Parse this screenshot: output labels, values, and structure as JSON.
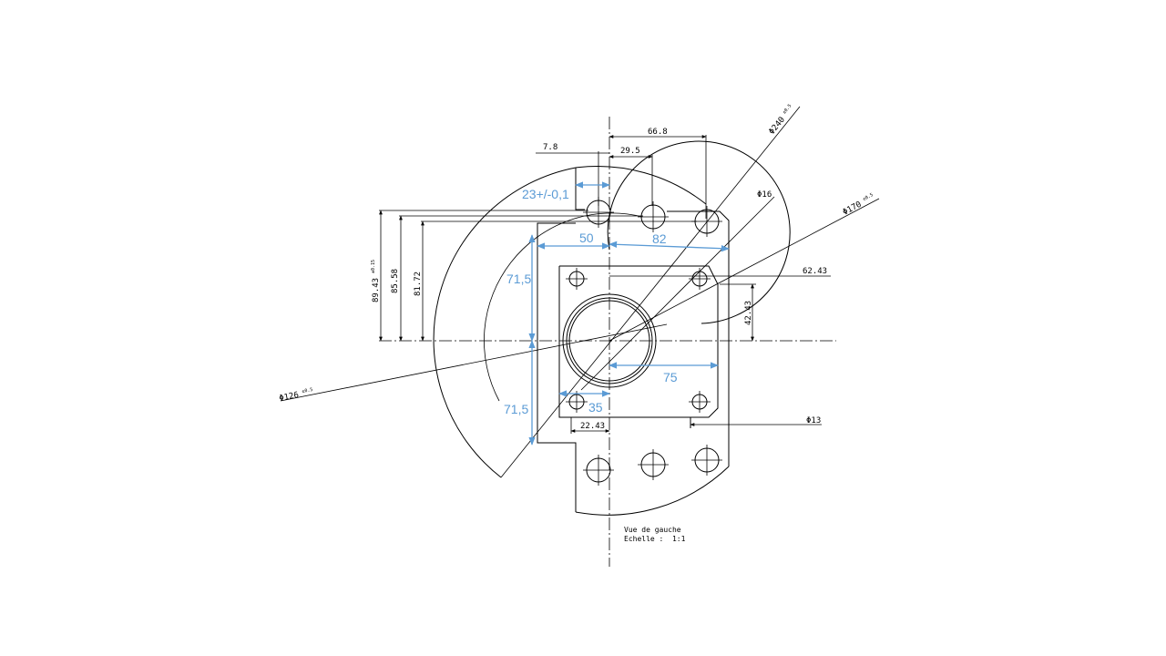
{
  "dimensions": {
    "d_66_8": "66.8",
    "d_29_5": "29.5",
    "d_7_8": "7.8",
    "d_62_43": "62.43",
    "d_42_43": "42.43",
    "d_89_43": "89.43",
    "d_89_43_tol": "±0.15",
    "d_85_58": "85.58",
    "d_81_72": "81.72",
    "d_22_43": "22.43",
    "phi_240": "Φ240",
    "phi_240_tol": "±0.5",
    "phi_16": "Φ16",
    "phi_170": "Φ170",
    "phi_170_tol": "±0.5",
    "phi_126": "Φ126",
    "phi_126_tol": "±0.5",
    "phi_13": "Φ13"
  },
  "annotations": {
    "tol_23": "23+/-0,1",
    "a_50": "50",
    "a_82": "82",
    "a_71_5_top": "71,5",
    "a_71_5_bottom": "71,5",
    "a_75": "75",
    "a_35": "35"
  },
  "view_note": {
    "line1": "Vue de gauche",
    "line2": "Echelle :  1:1"
  },
  "colors": {
    "annotation": "#5b9bd5",
    "drawing": "#000000"
  }
}
